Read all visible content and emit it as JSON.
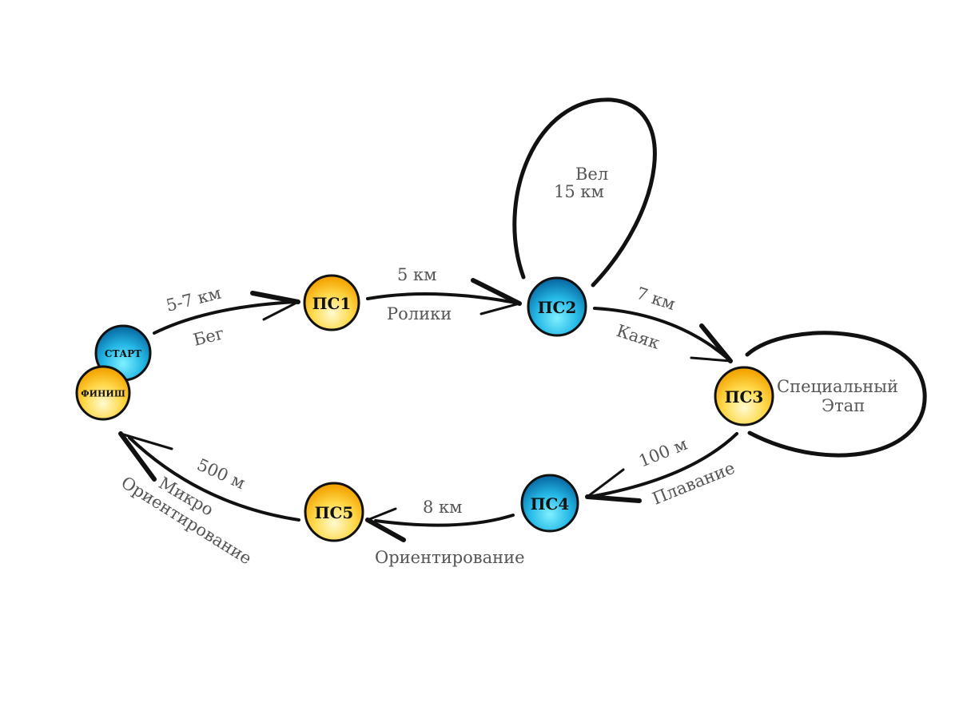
{
  "nodes": {
    "start": {
      "label": "СТАРТ",
      "color": "blue"
    },
    "finish": {
      "label": "ФИНИШ",
      "color": "yellow"
    },
    "ps1": {
      "label": "ПС1",
      "color": "yellow"
    },
    "ps2": {
      "label": "ПС2",
      "color": "blue"
    },
    "ps3": {
      "label": "ПС3",
      "color": "yellow"
    },
    "ps4": {
      "label": "ПС4",
      "color": "blue"
    },
    "ps5": {
      "label": "ПС5",
      "color": "yellow"
    }
  },
  "edges": {
    "run": {
      "distance": "5-7 км",
      "activity": "Бег"
    },
    "rollers": {
      "distance": "5 км",
      "activity": "Ролики"
    },
    "bike": {
      "activity": "Вел",
      "distance": "15 км"
    },
    "kayak": {
      "distance": "7 км",
      "activity": "Каяк"
    },
    "special": {
      "line1": "Специальный",
      "line2": "Этап"
    },
    "swim": {
      "distance": "100 м",
      "activity": "Плавание"
    },
    "orient": {
      "distance": "8 км",
      "activity": "Ориентирование"
    },
    "micro": {
      "distance": "500 м",
      "line1": "Микро",
      "line2": "Ориентирование"
    }
  },
  "colors": {
    "blue_light": "#5fe3f5",
    "blue_dark": "#0a6fa8",
    "yellow_light": "#fffbd0",
    "yellow_dark": "#f3a400",
    "line": "#111111",
    "label": "#555555"
  }
}
